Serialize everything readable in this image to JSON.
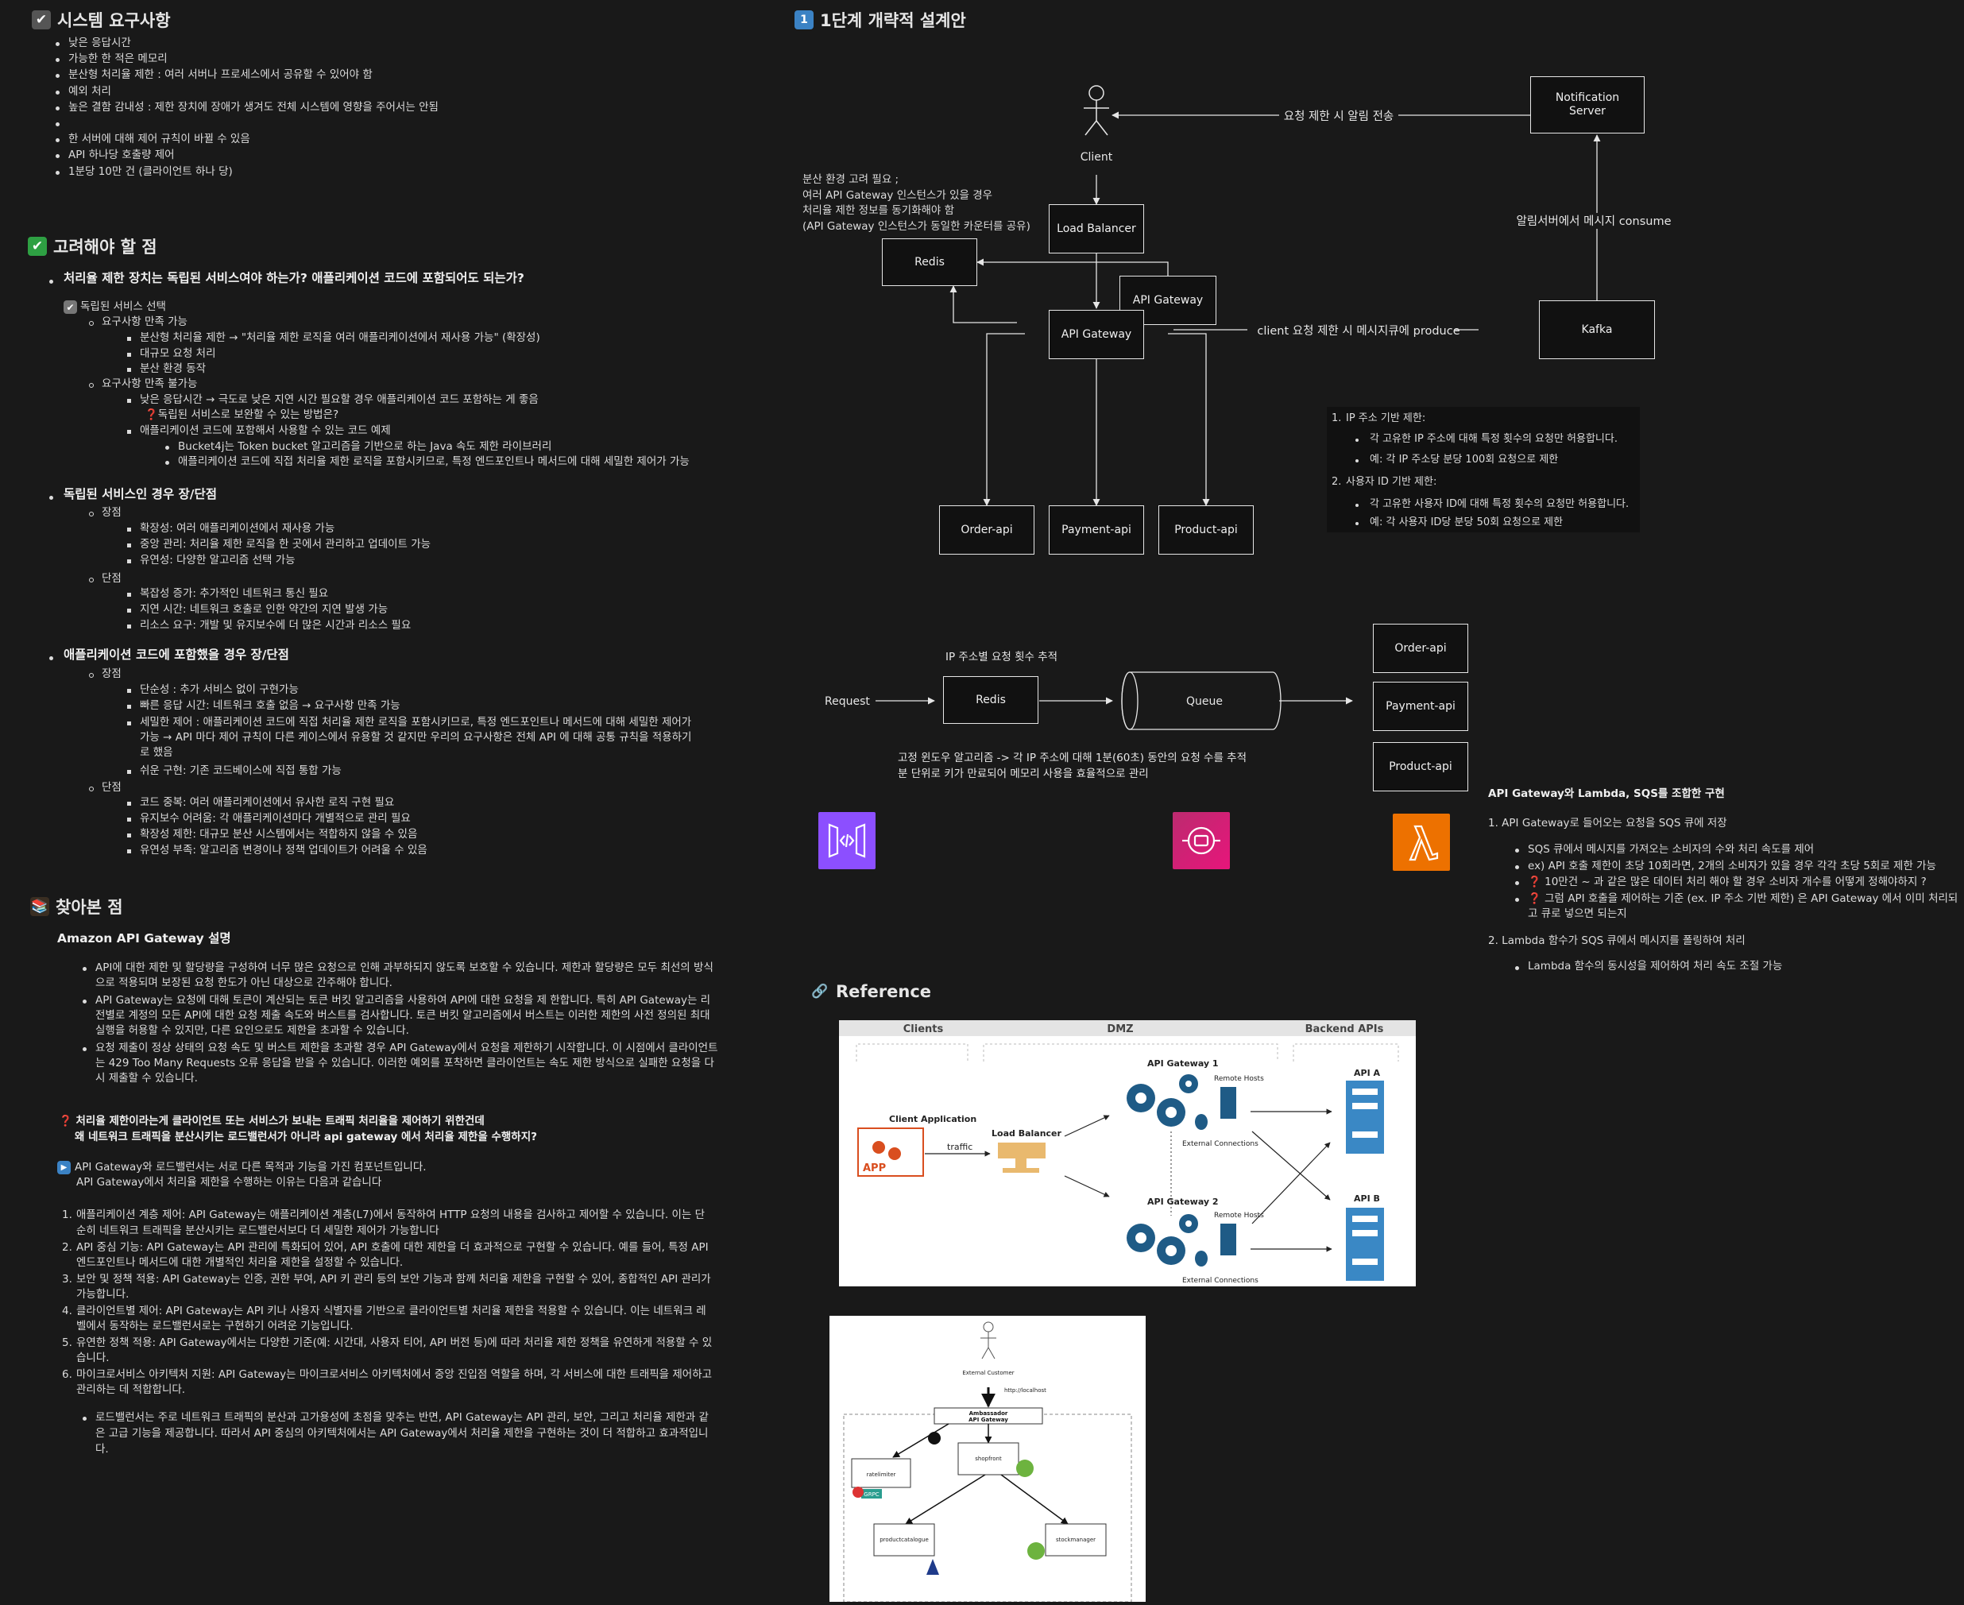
{
  "left": {
    "req_title": "시스템 요구사항",
    "req_items": [
      "낮은 응답시간",
      "가능한 한 적은 메모리",
      "분산형 처리율 제한 : 여러 서버나 프로세스에서 공유할 수 있어야 함",
      "예외 처리",
      "높은 결함 감내성 : 제한 장치에 장애가 생겨도 전체 시스템에 영향을 주어서는 안됨",
      "",
      "한 서버에 대해 제어 규칙이 바뀔 수 있음",
      "API 하나당 호출량 제어",
      "1분당 10만 건 (클라이언트 하나 당)"
    ],
    "consider_title": "고려해야 할 점",
    "q1": "처리율 제한 장치는 독립된 서비스여야 하는가? 애플리케이션 코드에 포함되어도 되는가?",
    "q1_answer": "독립된 서비스 선택",
    "q1_l2a": "요구사항 만족 가능",
    "q1_l3a": [
      "분산형 처리율 제한 → \"처리율 제한 로직을 여러 애플리케이션에서 재사용 가능\" (확장성)",
      "대규모 요청 처리",
      "분산 환경 동작"
    ],
    "q1_l2b": "요구사항 만족 불가능",
    "q1_l3b1": "낮은 응답시간 → 극도로 낮은 지연 시간 필요할 경우 애플리케이션 코드 포함하는 게 좋음",
    "q1_l3b1q": "❓독립된 서비스로 보완할 수 있는 방법은?",
    "q1_l3b2": "애플리케이션 코드에 포함해서 사용할 수 있는 코드 예제",
    "q1_l4": [
      "Bucket4j는 Token bucket 알고리즘을 기반으로 하는 Java 속도 제한 라이브러리",
      "애플리케이션 코드에 직접 처리율 제한 로직을 포함시키므로, 특정 엔드포인트나 메서드에 대해 세밀한 제어가 가능"
    ],
    "q2": "독립된 서비스인 경우 장/단점",
    "pros": "장점",
    "cons": "단점",
    "q2_pros": [
      "확장성: 여러 애플리케이션에서 재사용 가능",
      "중앙 관리: 처리율 제한 로직을 한 곳에서 관리하고 업데이트 가능",
      "유연성: 다양한 알고리즘 선택 가능"
    ],
    "q2_cons": [
      "복잡성 증가: 추가적인 네트워크 통신 필요",
      "지연 시간: 네트워크 호출로 인한 약간의 지연 발생 가능",
      "리소스 요구: 개발 및 유지보수에 더 많은 시간과 리소스 필요"
    ],
    "q3": "애플리케이션 코드에 포함했을 경우 장/단점",
    "q3_pros": [
      "단순성 : 추가 서비스 없이 구현가능",
      "빠른 응답 시간: 네트워크 호출 없음 → 요구사항 만족 가능",
      "세밀한 제어 : 애플리케이션 코드에 직접 처리율 제한 로직을 포함시키므로, 특정 엔드포인트나 메서드에 대해 세밀한 제어가",
      "가능 → API 마다 제어 규칙이 다른 케이스에서 유용할 것 같지만 우리의 요구사항은 전체 API 에 대해 공통 규칙을 적용하기",
      "로 했음",
      "쉬운 구현: 기존 코드베이스에 직접 통합 가능"
    ],
    "q3_cons": [
      "코드 중복: 여러 애플리케이션에서 유사한 로직 구현 필요",
      "유지보수 어려움: 각 애플리케이션마다 개별적으로 관리 필요",
      "확장성 제한: 대규모 분산 시스템에서는 적합하지 않을 수 있음",
      "유연성 부족: 알고리즘 변경이나 정책 업데이트가 어려울 수 있음"
    ],
    "found_title": "찾아본 점",
    "amazon_title": "Amazon API Gateway 설명",
    "amazon_lines": [
      "API에 대한 제한 및 할당량을 구성하여 너무 많은 요청으로 인해 과부하되지 않도록 보호할 수 있습니다. 제한과 할당량은 모두 최선의 방식",
      "으로 적용되며 보장된 요청 한도가 아닌 대상으로 간주해야 합니다.",
      "API Gateway는 요청에 대해 토큰이 계산되는 토큰 버킷 알고리즘을 사용하여 API에 대한 요청을 제 한합니다. 특히 API Gateway는 리",
      "전별로 계정의 모든 API에 대한 요청 제출 속도와 버스트를 검사합니다. 토큰 버킷 알고리즘에서 버스트는 이러한 제한의 사전 정의된 최대",
      "실행을 허용할 수 있지만, 다른 요인으로도 제한을 초과할 수 있습니다.",
      "요청 제출이 정상 상태의 요청 속도 및 버스트 제한을 초과할 경우 API Gateway에서 요청을 제한하기 시작합니다. 이 시점에서 클라이언트",
      "는 429 Too Many Requests 오류 응답을 받을 수 있습니다. 이러한 예외를 포착하면 클라이언트는 속도 제한 방식으로 실패한 요청을 다",
      "시 제출할 수 있습니다."
    ],
    "question_l1": "❓ 처리율 제한이라는게 클라이언트 또는 서비스가 보내는 트래픽 처리율을 제어하기 위한건데",
    "question_l2": "왜 네트워크 트래픽을 분산시키는 로드밸런서가 아니라 api gateway 에서 처리율 제한을 수행하지?",
    "answer_l1": "API Gateway와 로드밸런서는 서로 다른 목적과 기능을 가진 컴포넌트입니다.",
    "answer_l2": "API Gateway에서 처리율 제한을 수행하는 이유는 다음과 같습니다",
    "reasons": [
      "애플리케이션 계층 제어: API Gateway는 애플리케이션 계층(L7)에서 동작하여 HTTP 요청의 내용을 검사하고 제어할 수 있습니다. 이는 단",
      "순히 네트워크 트래픽을 분산시키는 로드밸런서보다 더 세밀한 제어가 가능합니다",
      "API 중심 기능: API Gateway는 API 관리에 특화되어 있어, API 호출에 대한 제한을 더 효과적으로 구현할 수 있습니다. 예를 들어, 특정 API",
      "엔드포인트나 메서드에 대한 개별적인 처리율 제한을 설정할 수 있습니다.",
      "보안 및 정책 적용: API Gateway는 인증, 권한 부여, API 키 관리 등의 보안 기능과 함께 처리율 제한을 구현할 수 있어, 종합적인 API 관리가",
      "가능합니다.",
      "클라이언트별 제어: API Gateway는 API 키나 사용자 식별자를 기반으로 클라이언트별 처리율 제한을 적용할 수 있습니다. 이는 네트워크 레",
      "벨에서 동작하는 로드밸런서로는 구현하기 어려운 기능입니다.",
      "유연한 정책 적용: API Gateway에서는 다양한 기준(예: 시간대, 사용자 티어, API 버전 등)에 따라 처리율 제한 정책을 유연하게 적용할 수 있",
      "습니다.",
      "마이크로서비스 아키텍처 지원: API Gateway는 마이크로서비스 아키텍처에서 중앙 진입점 역할을 하며, 각 서비스에 대한 트래픽을 제어하고",
      "관리하는 데 적합합니다."
    ],
    "lb_note": [
      "로드밸런서는 주로 네트워크 트래픽의 분산과 고가용성에 초점을 맞추는 반면, API Gateway는 API 관리, 보안, 그리고 처리율 제한과 같",
      "은 고급 기능을 제공합니다. 따라서 API 중심의 아키텍처에서는 API Gateway에서 처리율 제한을 구현하는 것이 더 적합하고 효과적입니",
      "다."
    ]
  },
  "right": {
    "design_title": "1단계 개략적 설계안",
    "client": "Client",
    "notify_line": "요청 제한 시 알림 전송",
    "notification_server": "Notification Server",
    "distributed_note": [
      "분산 환경 고려 필요 ;",
      "여러 API Gateway 인스턴스가 있을 경우",
      "처리율 제한 정보를 동기화해야 함",
      "(API Gateway 인스턴스가 동일한 카운터를 공유)"
    ],
    "load_balancer": "Load Balancer",
    "redis": "Redis",
    "api_gateway": "API Gateway",
    "consume_label": "알림서버에서 메시지 consume",
    "produce_label": "client 요청 제한 시 메시지큐에 produce",
    "kafka": "Kafka",
    "order_api": "Order-api",
    "payment_api": "Payment-api",
    "product_api": "Product-api",
    "rules": {
      "r1": "IP 주소 기반 제한:",
      "r1a": "각 고유한 IP 주소에 대해 특정 횟수의 요청만 허용합니다.",
      "r1b": "예: 각 IP 주소당 분당 100회 요청으로 제한",
      "r2": "사용자 ID 기반 제한:",
      "r2a": "각 고유한 사용자 ID에 대해 특정 횟수의 요청만 허용합니다.",
      "r2b": "예: 각 사용자 ID당 분당 50회 요청으로 제한"
    },
    "ip_track": "IP 주소별 요청 횟수 추적",
    "request": "Request",
    "queue": "Queue",
    "window_note": [
      "고정 윈도우 알고리즘 -> 각 IP 주소에 대해 1분(60초) 동안의 요청 수를 추적",
      "분 단위로 키가 만료되어 메모리 사용을 효율적으로 관리"
    ],
    "aws_title": "API Gateway와 Lambda, SQS를 조합한 구현",
    "aws_1": "1. API Gateway로 들어오는 요청을 SQS 큐에 저장",
    "aws_1_items": [
      "SQS 큐에서 메시지를 가져오는 소비자의 수와 처리 속도를 제어",
      "ex) API 호출 제한이 초당 10회라면, 2개의 소비자가 있을 경우 각각 초당 5회로 제한 가능",
      "❓ 10만건 ~ 과 같은 많은 데이터 처리 해야 할 경우 소비자 개수를 어떻게 정해야하지 ?",
      "❓ 그럼 API 호출을 제어하는 기준 (ex. IP 주소 기반 제한) 은 API Gateway 에서 이미 처리되"
    ],
    "aws_1_cont": "고 큐로 넣으면 되는지",
    "aws_2": "2. Lambda 함수가 SQS 큐에서 메시지를 폴링하여 처리",
    "aws_2_items": [
      "Lambda 함수의 동시성을 제어하여 처리 속도 조절 가능"
    ],
    "reference_title": "Reference",
    "ref1": {
      "clients": "Clients",
      "dmz": "DMZ",
      "backend": "Backend APIs",
      "gw1": "API Gateway 1",
      "gw2": "API Gateway 2",
      "remote": "Remote Hosts",
      "external": "External Connections",
      "client_app": "Client Application",
      "app": "APP",
      "traffic": "traffic",
      "lb": "Load Balancer",
      "apia": "API A",
      "apib": "API B"
    },
    "ref2": {
      "ext_customer": "External Customer",
      "localhost": "http://localhost",
      "ambassador": "Ambassador",
      "ambassador2": "API Gateway",
      "ratelimiter": "ratelimiter",
      "grpc": "GRPC",
      "shopfront": "shopfront",
      "catalogue": "productcatalogue",
      "stock": "stockmanager"
    }
  },
  "colors": {
    "bg": "#191919",
    "accent_green": "#2ea043",
    "num_blue": "#3b82c4",
    "aws_purple": "#8c4fff",
    "aws_pink": "#e7157b",
    "aws_orange": "#ed7100"
  }
}
